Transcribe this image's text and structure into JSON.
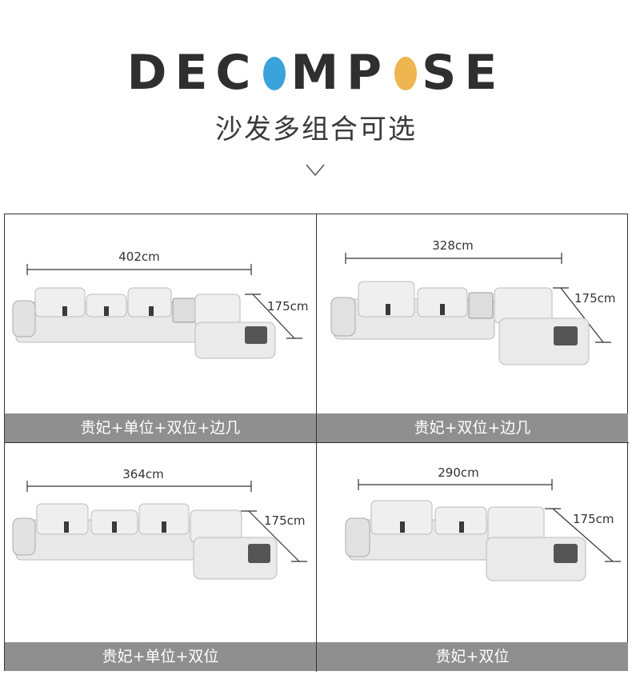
{
  "header": {
    "title": "DECOMPOSE",
    "subtitle": "沙发多组合可选",
    "chevron_icon": "chevron-down-icon",
    "accent_colors": {
      "blue": "#3aa3d9",
      "yellow": "#efb550"
    }
  },
  "panels": [
    {
      "width_label": "402cm",
      "depth_label": "175cm",
      "caption": "贵妃+单位+双位+边几"
    },
    {
      "width_label": "328cm",
      "depth_label": "175cm",
      "caption": "贵妃+双位+边几"
    },
    {
      "width_label": "364cm",
      "depth_label": "175cm",
      "caption": "贵妃+单位+双位"
    },
    {
      "width_label": "290cm",
      "depth_label": "175cm",
      "caption": "贵妃+双位"
    }
  ],
  "colors": {
    "caption_bar": "#8f8f8f",
    "sofa_leather": "#e9e9e9",
    "sofa_accent": "#3a3a3a"
  }
}
